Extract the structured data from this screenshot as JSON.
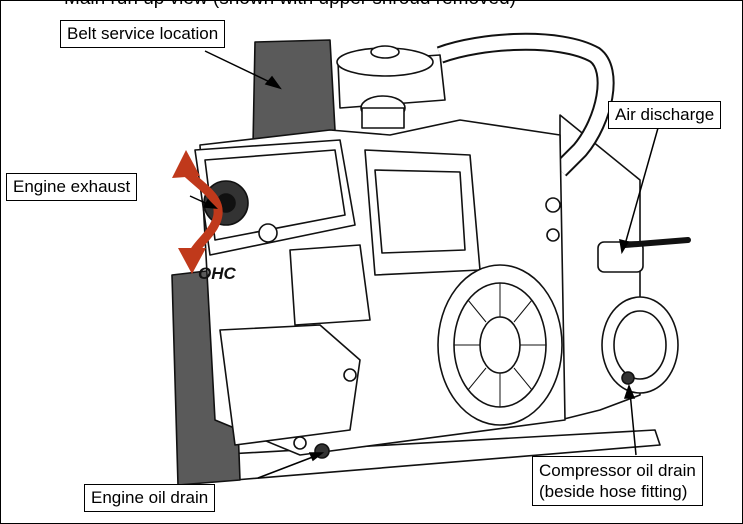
{
  "figure": {
    "top_caption": "Main run up view (shown with upper shroud removed)"
  },
  "callouts": {
    "belt_service": "Belt service location",
    "engine_exhaust": "Engine exhaust",
    "air_discharge": "Air discharge",
    "engine_oil_drain": "Engine oil drain",
    "compressor_oil_drain_line1": "Compressor oil drain",
    "compressor_oil_drain_line2": "(beside hose fitting)"
  },
  "engine_badge": "OHC",
  "colors": {
    "outline": "#111111",
    "shroud": "#5a5a5a",
    "exhaust_arrow": "#c0391b",
    "body_fill": "#ffffff"
  }
}
